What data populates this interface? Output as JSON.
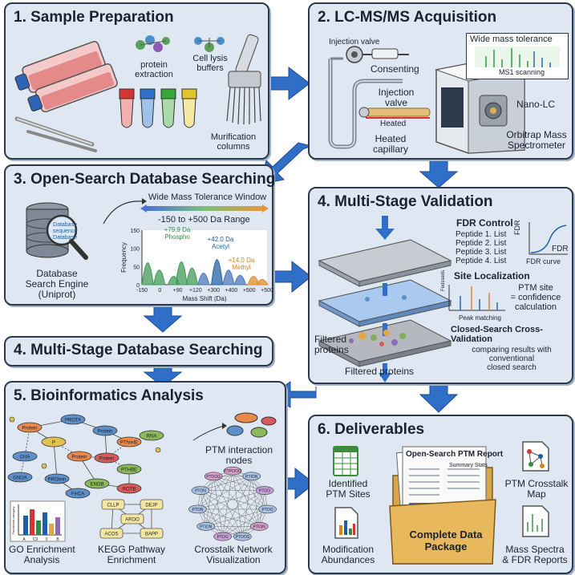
{
  "panel1": {
    "title": "1. Sample Preparation",
    "protein_extraction": "protein\nextraction",
    "cell_lysis": "Cell lysis\nbuffers",
    "murification": "Murification\ncolumns"
  },
  "panel2": {
    "title": "2. LC-MS/MS Acquisition",
    "injection_valve_top": "Injection valve",
    "consenting": "Consenting",
    "injection_valve": "Injection\nvalve",
    "heated": "Heated",
    "heated_capillary": "Heated\ncapillary",
    "wide_mass_tolerance": "Wide mass tolerance",
    "ms1_scanning": "MS1 scanning",
    "nano_lc": "Nano-LC",
    "orbitrap": "Orbitrap Mass\nSpectrometer"
  },
  "panel3": {
    "title": "3. Open-Search Database Searching",
    "window_label": "Wide Mass Tolerance Window",
    "range_label": "-150 to +500 Da Range",
    "db_inner": "Database\nsequence\nDatabase",
    "db_engine": "Database\nSearch Engine\n(Uniprot)",
    "ylabel": "Frequency",
    "xlabel": "Mass Shift (Da)"
  },
  "chart_data": {
    "type": "area",
    "xlabel": "Mass Shift (Da)",
    "ylabel": "Frequency",
    "xlim": [
      -150,
      500
    ],
    "ylim": [
      0,
      150
    ],
    "x_ticks": [
      "-150",
      "0",
      "+90",
      "+120",
      "+300",
      "+400",
      "+500",
      "+500"
    ],
    "y_ticks": [
      "150",
      "100",
      "50",
      "0"
    ],
    "annotations": [
      {
        "text": "+79.9 Da\nPhospho",
        "color": "#2f8f3e"
      },
      {
        "text": "+42.0 Da\nAcetyl",
        "color": "#1f5fa8"
      },
      {
        "text": "+14.0 Da\nMethyl",
        "color": "#d9821e"
      }
    ],
    "peaks": [
      {
        "x": -120,
        "h": 105,
        "color": "#3f9b57"
      },
      {
        "x": -60,
        "h": 70,
        "color": "#3f9b57"
      },
      {
        "x": 15,
        "h": 40,
        "color": "#3f9b57"
      },
      {
        "x": 55,
        "h": 110,
        "color": "#3f9b57"
      },
      {
        "x": 110,
        "h": 80,
        "color": "#3f9b57"
      },
      {
        "x": 170,
        "h": 55,
        "color": "#4a78b8"
      },
      {
        "x": 240,
        "h": 120,
        "color": "#2563a8"
      },
      {
        "x": 300,
        "h": 70,
        "color": "#4a78b8"
      },
      {
        "x": 360,
        "h": 45,
        "color": "#4a78b8"
      },
      {
        "x": 430,
        "h": 40,
        "color": "#e08a2a"
      },
      {
        "x": 475,
        "h": 25,
        "color": "#e08a2a"
      }
    ]
  },
  "banner4a": {
    "title": "4. Multi-Stage Database Searching"
  },
  "panel4": {
    "title": "4. Multi-Stage Validation",
    "fdr_control": "FDR Control",
    "peptides": [
      "Peptide 1.  List",
      "Peptide 2.  List",
      "Peptide 3.  List",
      "Peptide 4.  List"
    ],
    "fdr_axis": "FDR",
    "fdr_axis2": "FDR",
    "fdr_curve": "FDR curve",
    "site_localization": "Site Localization",
    "ptm_site": "PTM site\n= confidence\ncalculation",
    "peak_matching": "Peak matching",
    "fedsseds": "Fedsseds",
    "closed_search": "Closed-Search Cross-\nValidation",
    "comparing": "comparing results with\nconventional\nclosed search",
    "filtered_left": "Filtered\nproteins",
    "filtered_bottom": "Filtered proteins"
  },
  "panel5": {
    "title": "5. Bioinformatics Analysis",
    "ptm_nodes": "PTM interaction\nnodes",
    "go": "GO Enrichment\nAnalysis",
    "kegg": "KEGG Pathway\nEnrichment",
    "crosstalk": "Crosstalk Network\nVisualization",
    "nodes": [
      "Protein",
      "PROTA",
      "P",
      "Protein",
      "PThreIE",
      "RNA",
      "CHA",
      "Protein",
      "Protein",
      "GNOA",
      "PTHBE",
      "PROtein",
      "ENOB",
      "ROTB",
      "FHCA"
    ],
    "kegg_nodes": [
      "CLLP",
      "DEJP",
      "AROO",
      "ACOS",
      "BAPP"
    ],
    "net_nodes": [
      "PTPOOO",
      "PTION",
      "PTOO",
      "PTOO",
      "PTION",
      "PTOOS",
      "PTOO",
      "PTION",
      "PTON",
      "PTON",
      "PTOOG"
    ],
    "go_axis": "Functional category",
    "go_ticks": [
      "A",
      "C9",
      "0",
      "B"
    ]
  },
  "panel6": {
    "title": "6. Deliverables",
    "identified": "Identified\nPTM Sites",
    "modification": "Modification\nAbundances",
    "report_title": "Open-Search PTM Report",
    "complete": "Complete Data\nPackage",
    "crosstalk_map": "PTM Crosstalk\nMap",
    "mass_spectra": "Mass Spectra\n& FDR Reports",
    "summary": "Summary Stats"
  },
  "colors": {
    "panel_bg": "#dfe8f2",
    "border": "#2e3a4c",
    "arrow": "#2f6fc7",
    "phospho": "#2f8f3e",
    "acetyl": "#1f5fa8",
    "methyl": "#d9821e"
  }
}
